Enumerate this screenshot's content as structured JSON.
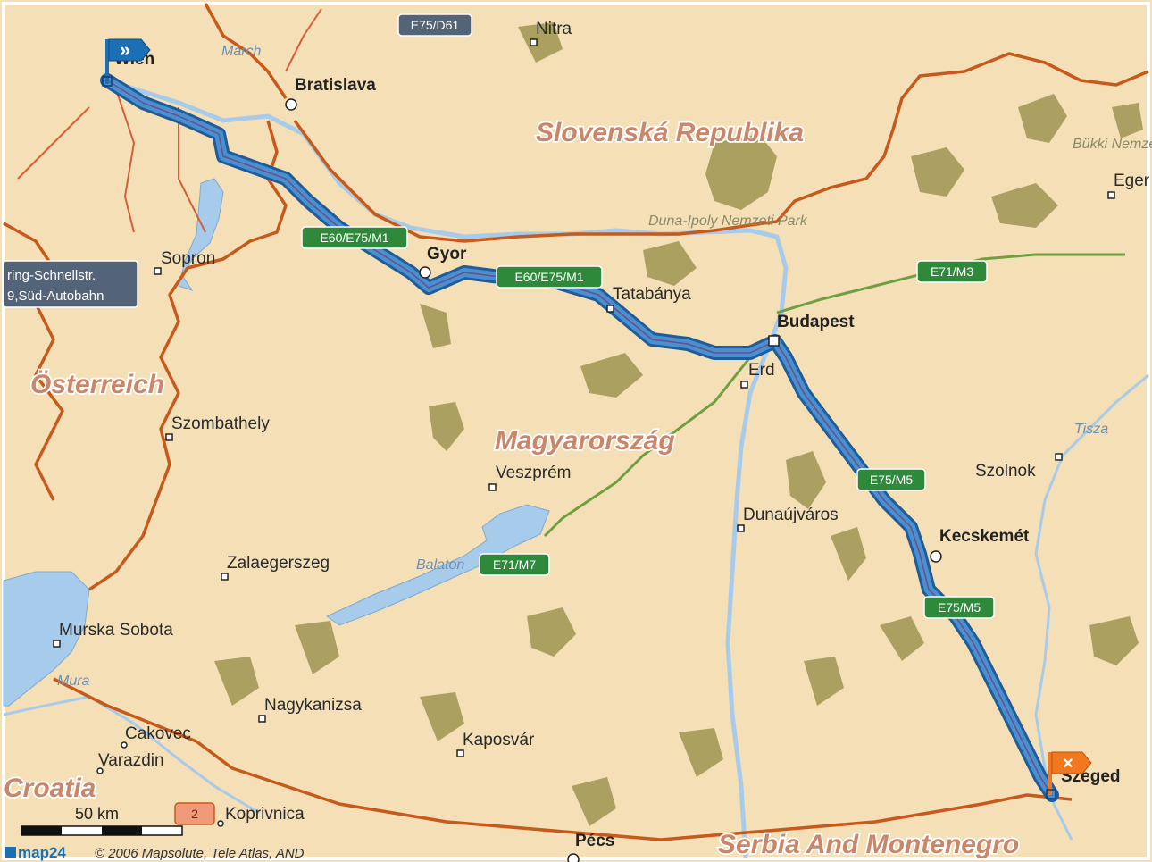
{
  "countries": {
    "slovakia": "Slovenská Republika",
    "austria": "Österreich",
    "hungary": "Magyarország",
    "croatia": "Croatia",
    "serbia": "Serbia And Montenegro"
  },
  "cities": {
    "wien": "Wien",
    "bratislava": "Bratislava",
    "nitra": "Nitra",
    "gyor": "Gyor",
    "sopron": "Sopron",
    "tatabanya": "Tatabánya",
    "budapest": "Budapest",
    "erd": "Erd",
    "szombathely": "Szombathely",
    "veszprem": "Veszprém",
    "szolnok": "Szolnok",
    "dunaujvaros": "Dunaújváros",
    "kecskemet": "Kecskemét",
    "zalaegerszeg": "Zalaegerszeg",
    "murska_sobota": "Murska Sobota",
    "nagykanizsa": "Nagykanizsa",
    "cakovec": "Cakovec",
    "varazdin": "Varazdin",
    "kaposvar": "Kaposvár",
    "koprivnica": "Koprivnica",
    "pecs": "Pécs",
    "szeged": "Szeged",
    "eger": "Eger"
  },
  "water": {
    "march": "March",
    "balaton": "Balaton",
    "mura": "Mura",
    "tisza": "Tisza"
  },
  "parks": {
    "duna_ipoly": "Duna-Ipoly Nemzeti Park",
    "bukki": "Bükki Nemze"
  },
  "road_shields": {
    "e75_d61": "E75/D61",
    "e60_a": "E60/E75/M1",
    "e60_b": "E60/E75/M1",
    "e71_m3": "E71/M3",
    "e75_m5_a": "E75/M5",
    "e75_m5_b": "E75/M5",
    "e71_m7": "E71/M7",
    "route_2": "2"
  },
  "road_info": {
    "line1": "ring-Schnellstr.",
    "line2": "9,Süd-Autobahn"
  },
  "scale": {
    "label": "50 km"
  },
  "copyright": {
    "brand": "map24",
    "text": "© 2006 Mapsolute, Tele Atlas, AND"
  },
  "markers": {
    "start_symbol": "»",
    "end_symbol": "×"
  },
  "colors": {
    "land": "#f5dfb6",
    "water": "#a7cbea",
    "forest": "#a59a5a",
    "route": "#2d78c0",
    "border": "#c65a1c",
    "highway_green": "#2e8a3a",
    "start_flag": "#1a6fb5",
    "end_flag": "#f07820"
  }
}
